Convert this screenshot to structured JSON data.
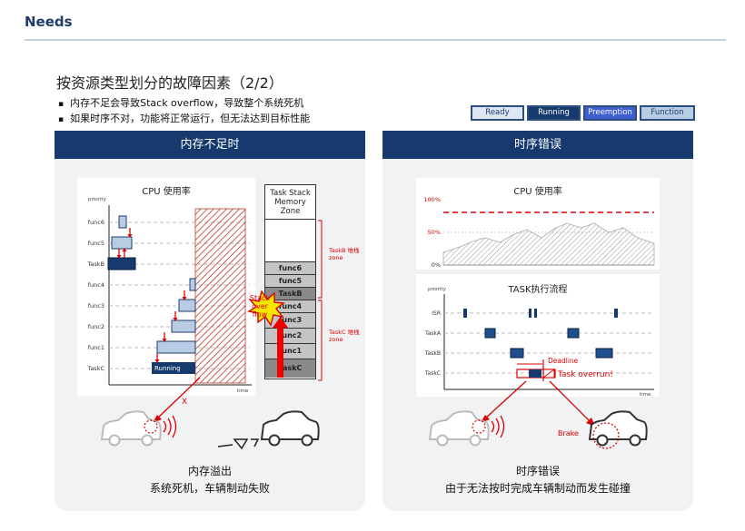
{
  "header": {
    "title": "Needs"
  },
  "slide": {
    "title": "按资源类型划分的故障因素（2/2）",
    "bullets": [
      "内存不足会导致Stack overflow，导致整个系统死机",
      "如果时序不对，功能将正常运行，但无法达到目标性能"
    ]
  },
  "legend": [
    {
      "label": "Ready",
      "bg": "#dde6f3",
      "fg": "#1f3b6e"
    },
    {
      "label": "Running",
      "bg": "#163a6e",
      "fg": "#ffffff"
    },
    {
      "label": "Preemption",
      "bg": "#3f5fd0",
      "fg": "#ffffff"
    },
    {
      "label": "Function",
      "bg": "#b8cde3",
      "fg": "#1f3b6e"
    }
  ],
  "left_panel": {
    "title": "内存不足时",
    "cpu_title": "CPU  使用率",
    "y_axis_label": "priority",
    "x_axis_label": "time",
    "rows": [
      "func6",
      "func5",
      "TaskB",
      "func4",
      "func3",
      "func2",
      "func1",
      "TaskC"
    ],
    "running_label": "Running",
    "error_mark": "X",
    "stack_header": "Task Stack Memory Zone",
    "stack_cells": [
      "func6",
      "func5",
      "TaskB",
      "func4",
      "func3",
      "func2",
      "func1",
      "TaskC"
    ],
    "overflow_label": "Stack over flow",
    "taskb_zone_label": "TaskB 堆栈 zone",
    "taskc_zone_label": "TaskC 堆栈 zone",
    "caption_line1": "内存溢出",
    "caption_line2": "系统死机，车辆制动失败"
  },
  "right_panel": {
    "title": "时序错误",
    "cpu_title": "CPU  使用率",
    "cpu_ticks": [
      "100%",
      "50%",
      "0%"
    ],
    "flow_title": "TASK执行流程",
    "y_axis_label": "priority",
    "x_axis_label": "time",
    "rows": [
      "ISR",
      "TaskA",
      "TaskB",
      "TaskC"
    ],
    "deadline_label": "Deadline",
    "overrun_label": "Task overrun!",
    "brake_label": "Brake",
    "caption_line1": "时序错误",
    "caption_line2": "由于无法按时完成车辆制动而发生碰撞"
  }
}
